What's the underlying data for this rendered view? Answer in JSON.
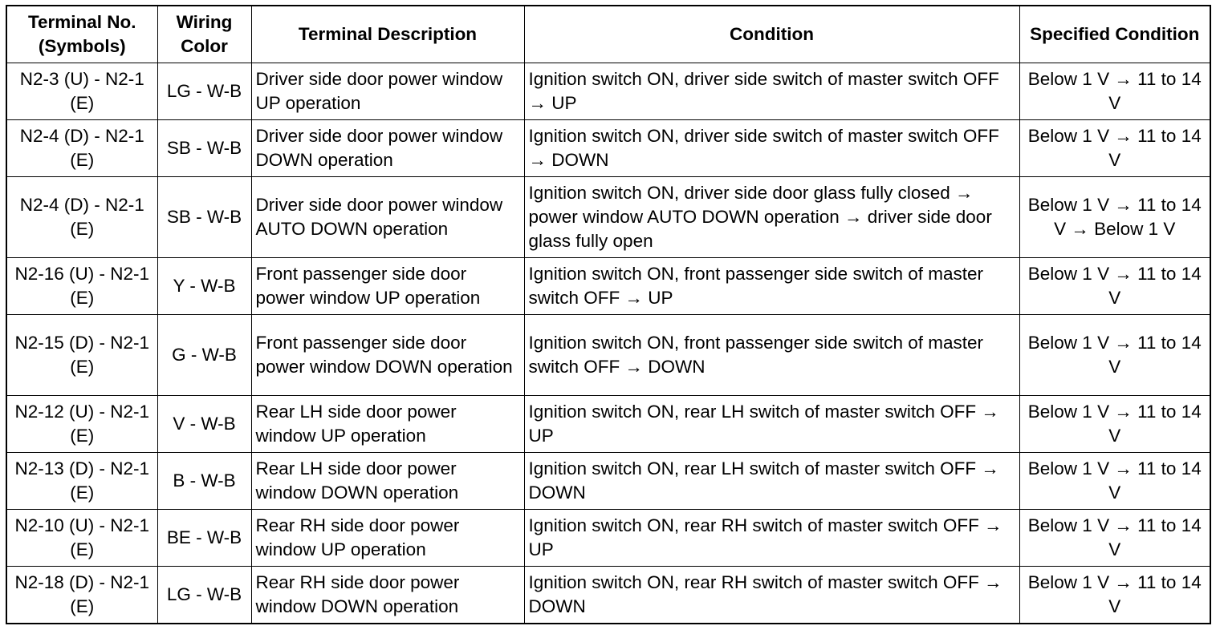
{
  "table": {
    "headers": {
      "terminal": "Terminal No. (Symbols)",
      "wiring": "Wiring Color",
      "description": "Terminal Description",
      "condition": "Condition",
      "specified": "Specified Condition"
    },
    "rows": [
      {
        "terminal": "N2-3 (U) - N2-1 (E)",
        "wiring": "LG - W-B",
        "description": "Driver side door power window UP operation",
        "condition": "Ignition switch ON, driver side switch of master switch OFF → UP",
        "specified": "Below 1 V → 11 to 14 V"
      },
      {
        "terminal": "N2-4 (D) - N2-1 (E)",
        "wiring": "SB - W-B",
        "description": "Driver side door power window DOWN operation",
        "condition": "Ignition switch ON, driver side switch of master switch OFF → DOWN",
        "specified": "Below 1 V → 11 to 14 V"
      },
      {
        "terminal": "N2-4 (D) - N2-1 (E)",
        "wiring": "SB - W-B",
        "description": "Driver side door power window AUTO DOWN operation",
        "condition": "Ignition switch ON, driver side door glass fully closed → power window AUTO DOWN operation → driver side door glass fully open",
        "specified": "Below 1 V → 11 to 14 V → Below 1 V"
      },
      {
        "terminal": "N2-16 (U) - N2-1 (E)",
        "wiring": "Y - W-B",
        "description": "Front passenger side door power window UP operation",
        "condition": "Ignition switch ON, front passenger side switch of master switch OFF → UP",
        "specified": "Below 1 V → 11 to 14 V"
      },
      {
        "terminal": "N2-15 (D) - N2-1 (E)",
        "wiring": "G - W-B",
        "description": "Front passenger side door power window DOWN operation",
        "condition": "Ignition switch ON, front passenger side switch of master switch OFF → DOWN",
        "specified": "Below 1 V → 11 to 14 V"
      },
      {
        "terminal": "N2-12 (U) - N2-1 (E)",
        "wiring": "V - W-B",
        "description": "Rear LH side door power window UP operation",
        "condition": "Ignition switch ON, rear LH switch of master switch OFF → UP",
        "specified": "Below 1 V → 11 to 14 V"
      },
      {
        "terminal": "N2-13 (D) - N2-1 (E)",
        "wiring": "B - W-B",
        "description": "Rear LH side door power window DOWN operation",
        "condition": "Ignition switch ON, rear LH switch of master switch OFF → DOWN",
        "specified": "Below 1 V → 11 to 14 V"
      },
      {
        "terminal": "N2-10 (U) - N2-1 (E)",
        "wiring": "BE - W-B",
        "description": "Rear RH side door power window UP operation",
        "condition": "Ignition switch ON, rear RH switch of master switch OFF → UP",
        "specified": "Below 1 V → 11 to 14 V"
      },
      {
        "terminal": "N2-18 (D) - N2-1 (E)",
        "wiring": "LG - W-B",
        "description": "Rear RH side door power window DOWN operation",
        "condition": "Ignition switch ON, rear RH switch of master switch OFF → DOWN",
        "specified": "Below 1 V → 11 to 14 V"
      }
    ]
  }
}
